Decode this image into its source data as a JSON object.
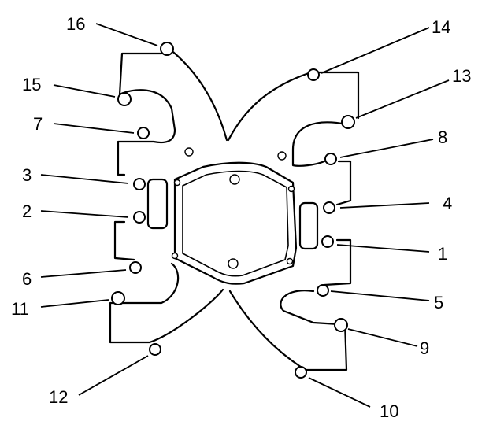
{
  "bolts": [
    {
      "number": "1"
    },
    {
      "number": "2"
    },
    {
      "number": "3"
    },
    {
      "number": "4"
    },
    {
      "number": "5"
    },
    {
      "number": "6"
    },
    {
      "number": "7"
    },
    {
      "number": "8"
    },
    {
      "number": "9"
    },
    {
      "number": "10"
    },
    {
      "number": "11"
    },
    {
      "number": "12"
    },
    {
      "number": "13"
    },
    {
      "number": "14"
    },
    {
      "number": "15"
    },
    {
      "number": "16"
    }
  ]
}
